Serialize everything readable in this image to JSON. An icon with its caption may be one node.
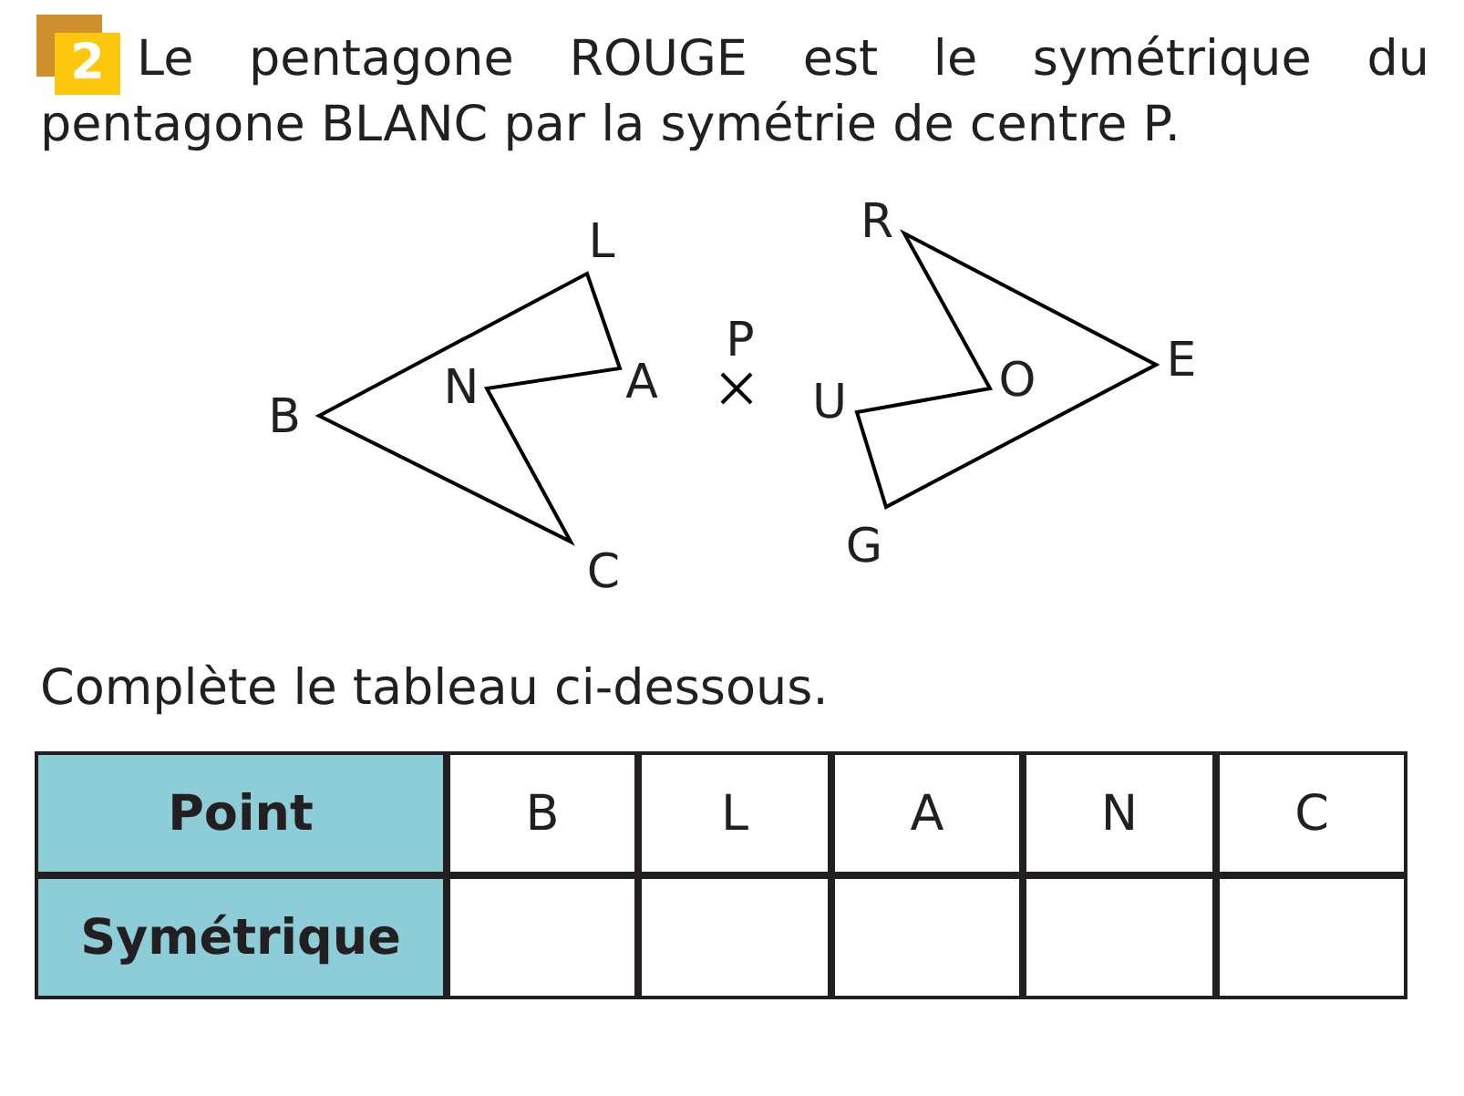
{
  "diagram": {
    "labels": [
      "2",
      "Le pentagone ROUGE est le symétrique du pentagone BLANC par la symétrie de centre P.",
      "L",
      "B",
      "N",
      "A",
      "C",
      "P",
      "R",
      "E",
      "O",
      "U",
      "G",
      "Complète le tableau ci-dessous.",
      "Point",
      "B",
      "L",
      "A",
      "N",
      "C",
      "Symétrique"
    ]
  }
}
